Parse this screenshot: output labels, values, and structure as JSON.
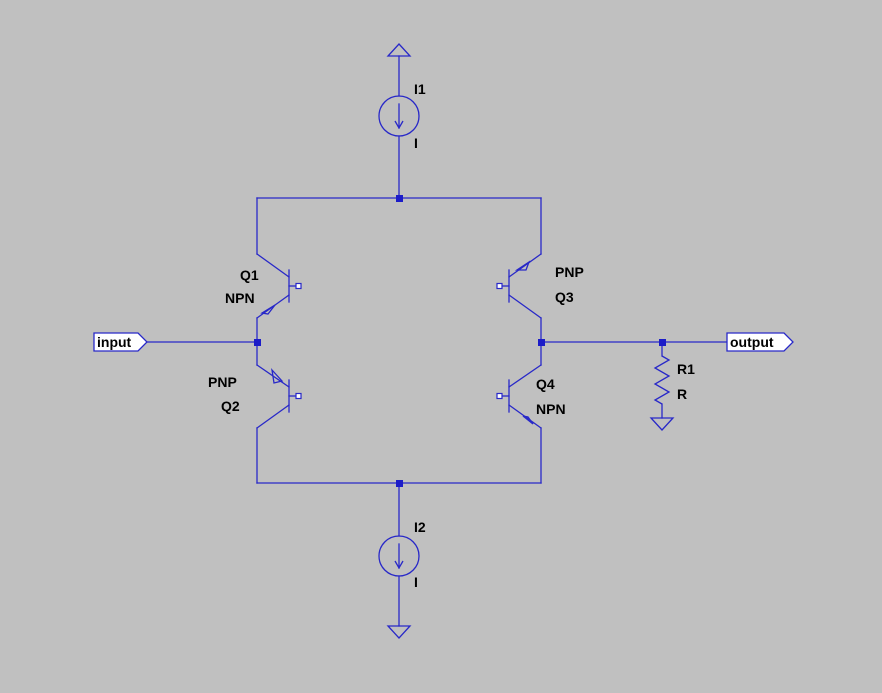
{
  "colors": {
    "background": "#c0c0c0",
    "wire": "#2828c8",
    "junction": "#1c1cc8",
    "text": "#000000"
  },
  "components": {
    "I1": {
      "name": "I1",
      "value": "I"
    },
    "I2": {
      "name": "I2",
      "value": "I"
    },
    "Q1": {
      "name": "Q1",
      "model": "NPN"
    },
    "Q2": {
      "name": "Q2",
      "model": "PNP"
    },
    "Q3": {
      "name": "Q3",
      "model": "PNP"
    },
    "Q4": {
      "name": "Q4",
      "model": "NPN"
    },
    "R1": {
      "name": "R1",
      "value": "R"
    }
  },
  "ports": {
    "input": "input",
    "output": "output"
  }
}
